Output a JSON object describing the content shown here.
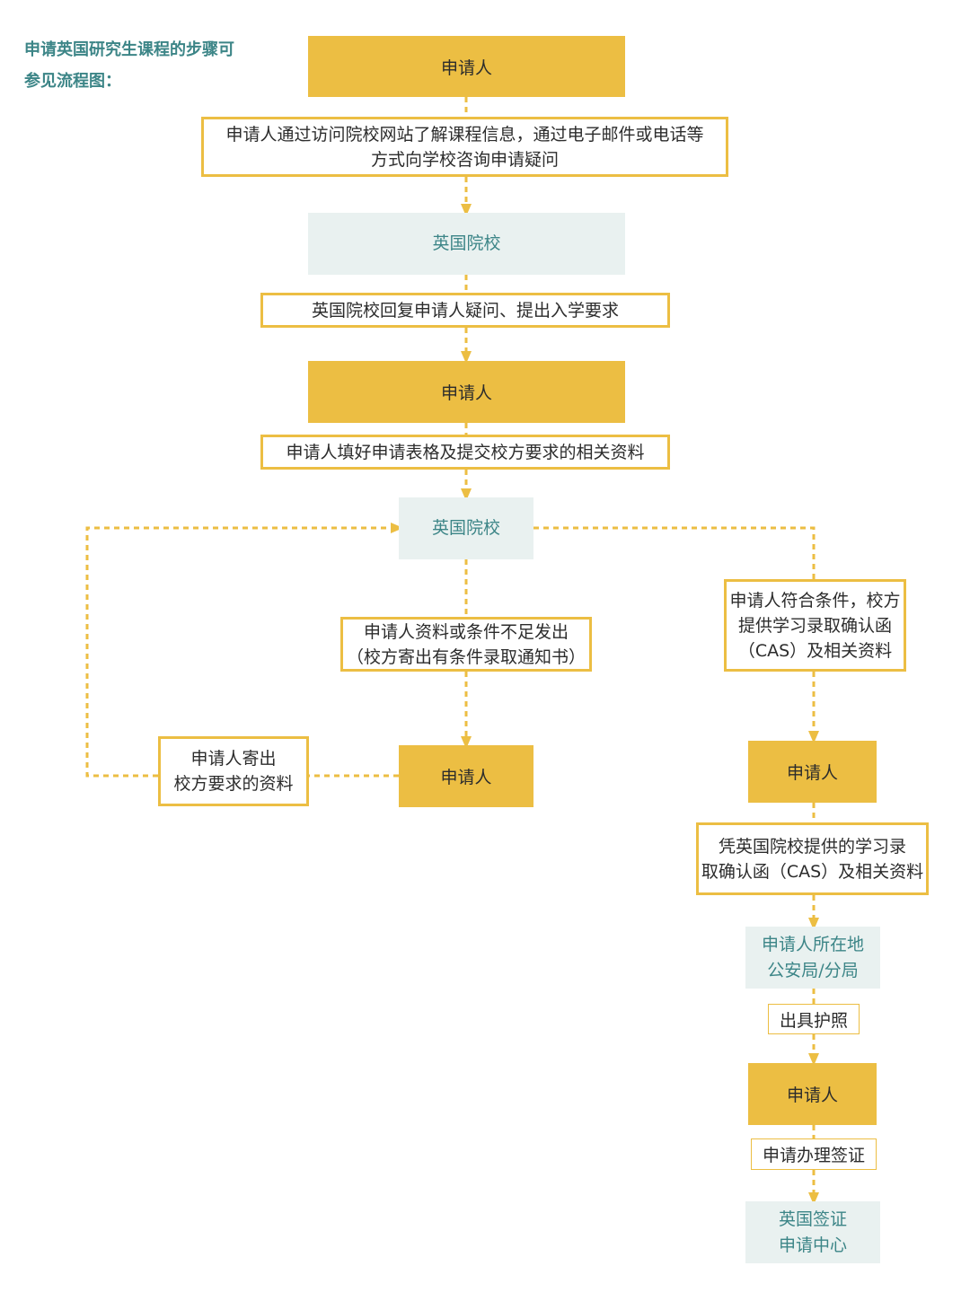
{
  "intro": {
    "line1": "申请英国研究生课程的步骤可",
    "line2": "参见流程图："
  },
  "flow": {
    "applicant_1": "申请人",
    "step_1": [
      "申请人通过访问院校网站了解课程信息，通过电子邮件或电话等",
      "方式向学校咨询申请疑问"
    ],
    "uk_school_1": "英国院校",
    "step_2": "英国院校回复申请人疑问、提出入学要求",
    "applicant_2": "申请人",
    "step_3": "申请人填好申请表格及提交校方要求的相关资料",
    "uk_school_2": "英国院校",
    "left_branch": {
      "condition": [
        "申请人资料或条件不足发出",
        "（校方寄出有条件录取通知书）"
      ],
      "applicant": "申请人",
      "send_materials": [
        "申请人寄出",
        "校方要求的资料"
      ]
    },
    "right_branch": {
      "condition": [
        "申请人符合条件，校方",
        "提供学习录取确认函",
        "（CAS）及相关资料"
      ],
      "applicant_a": "申请人",
      "with_cas": [
        "凭英国院校提供的学习录",
        "取确认函（CAS）及相关资料"
      ],
      "police": [
        "申请人所在地",
        "公安局/分局"
      ],
      "passport": "出具护照",
      "applicant_b": "申请人",
      "visa_apply": "申请办理签证",
      "visa_center": [
        "英国签证",
        "申请中心"
      ]
    }
  },
  "colors": {
    "yellow": "#ecbe43",
    "teal_text": "#3c8587",
    "teal_bg": "#e9f1f0",
    "dashed_line": "#ecbe43"
  }
}
